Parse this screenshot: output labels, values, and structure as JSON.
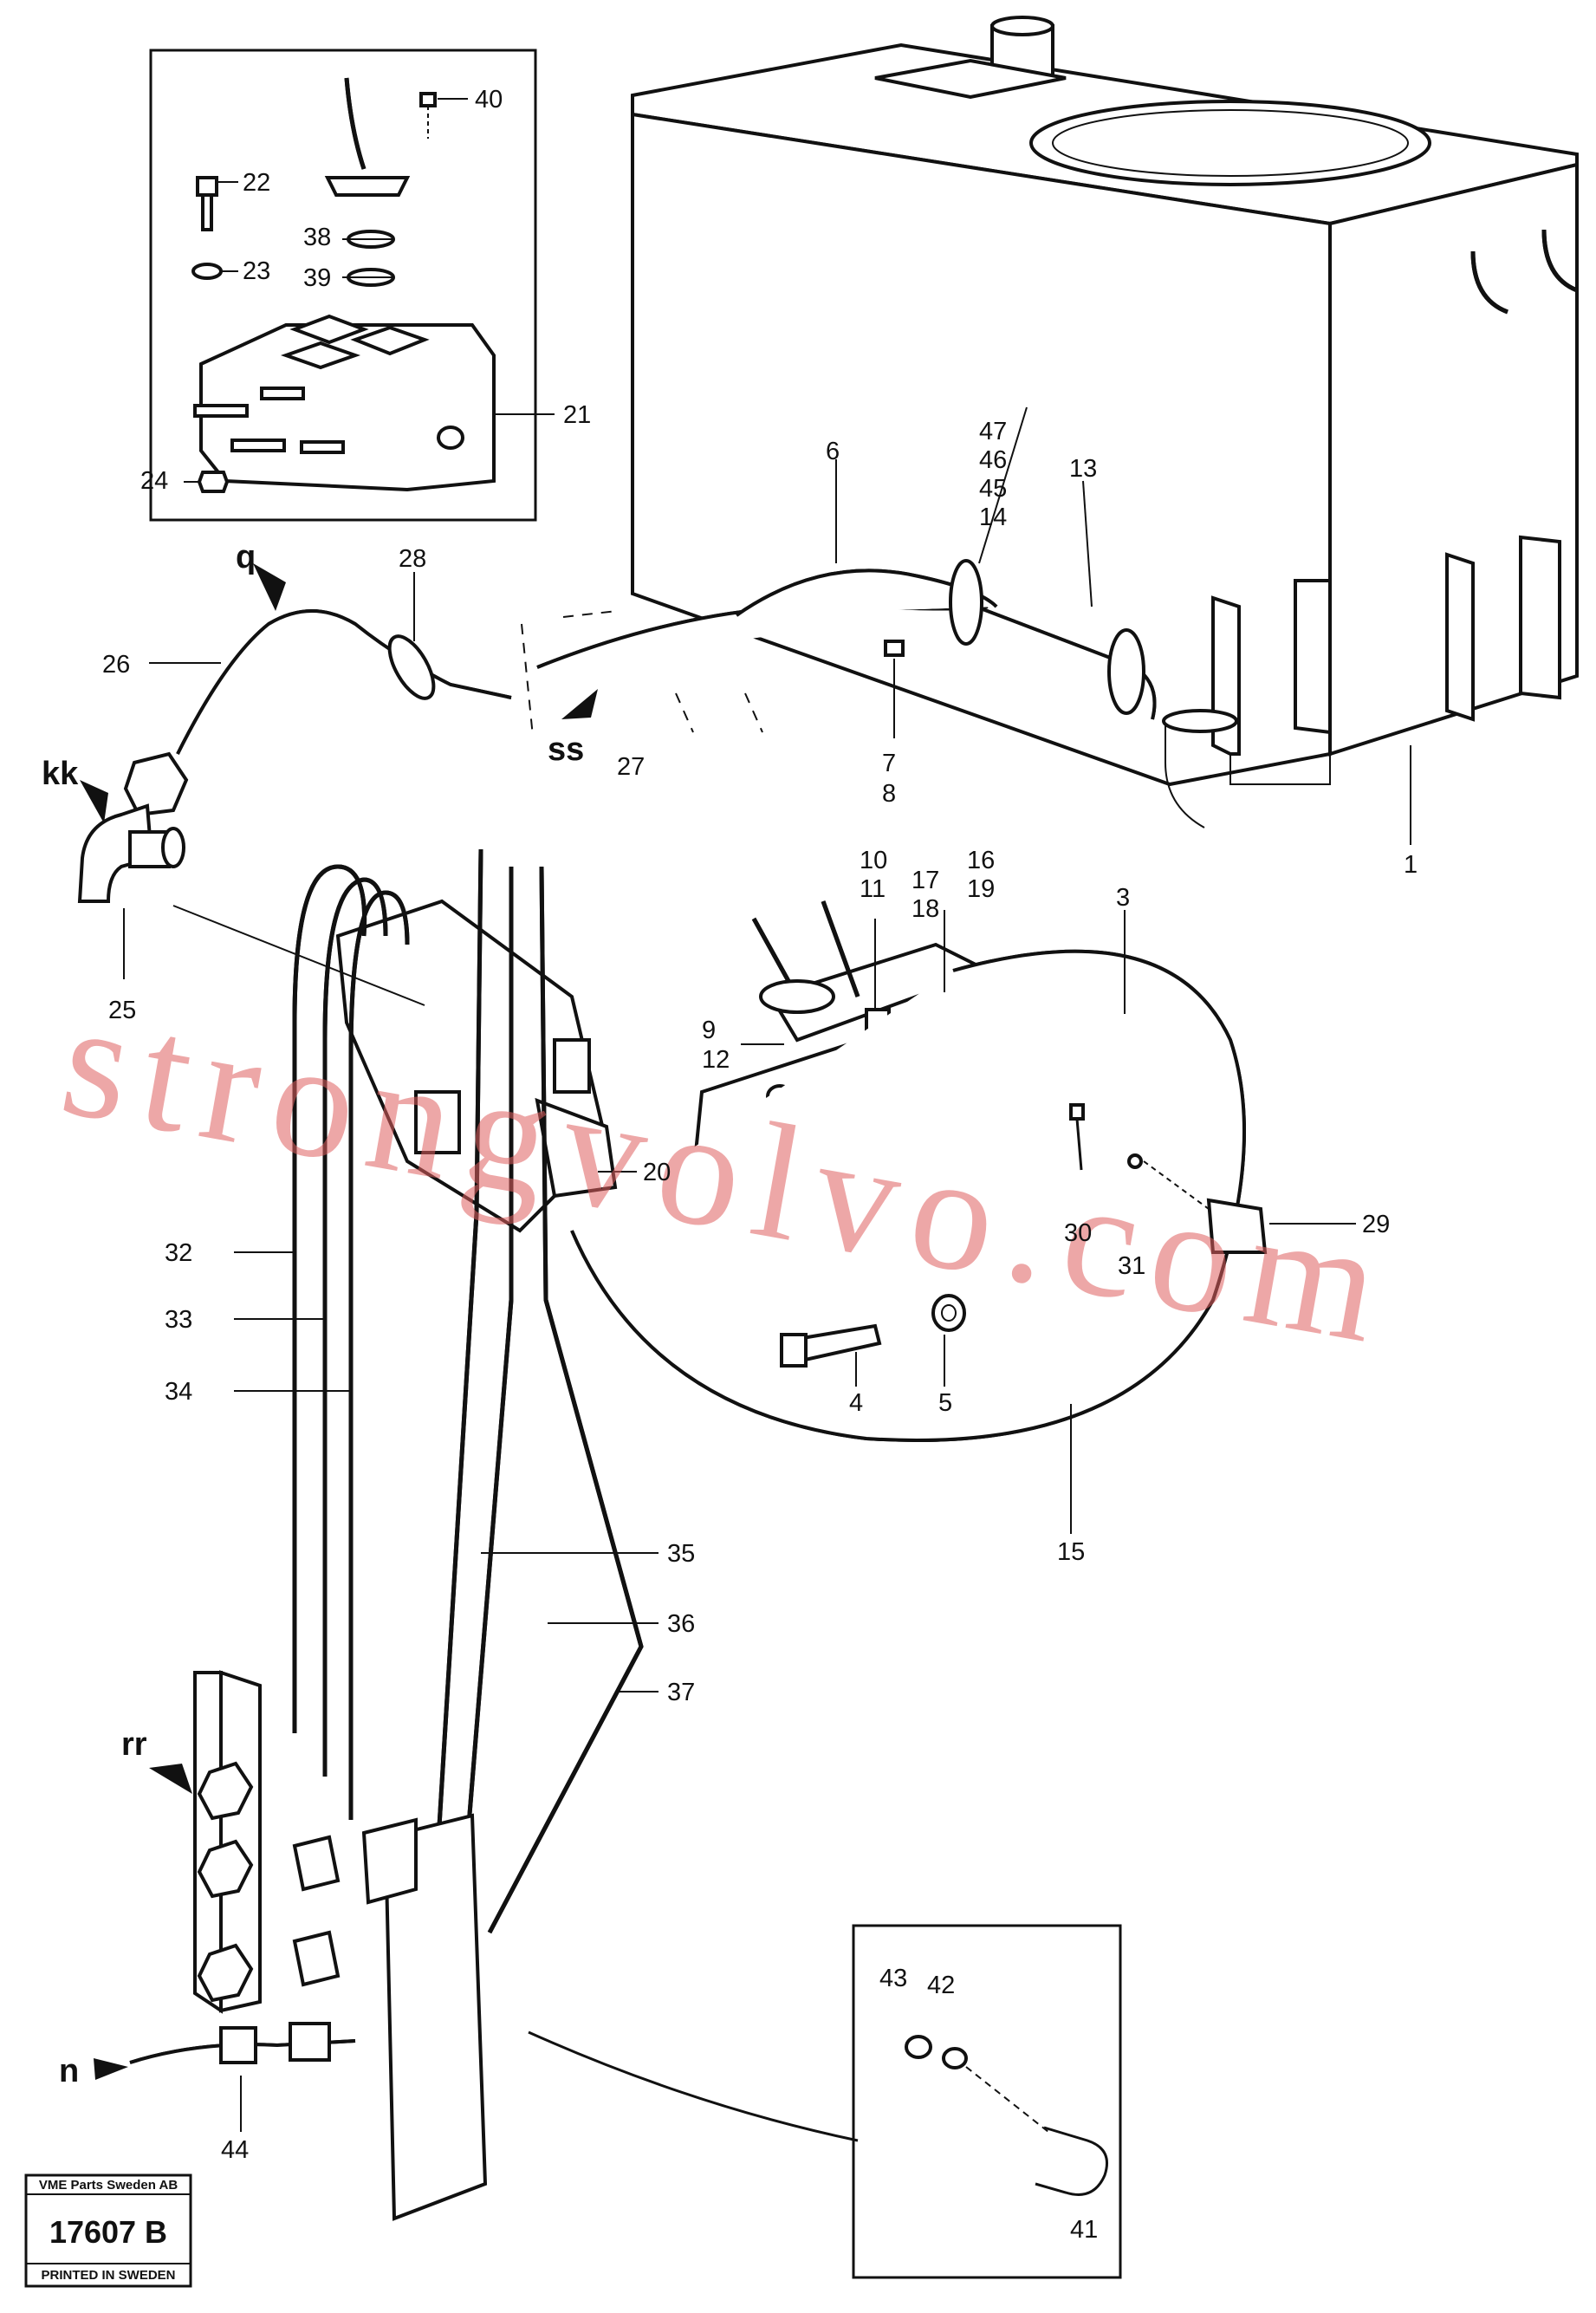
{
  "labels": {
    "l1": "1",
    "l3": "3",
    "l4": "4",
    "l5": "5",
    "l6": "6",
    "l7": "7",
    "l8": "8",
    "l9": "9",
    "l10": "10",
    "l11": "11",
    "l12": "12",
    "l13": "13",
    "l14": "14",
    "l15": "15",
    "l16": "16",
    "l17": "17",
    "l18": "18",
    "l19": "19",
    "l20": "20",
    "l21": "21",
    "l22": "22",
    "l23": "23",
    "l24": "24",
    "l25": "25",
    "l26": "26",
    "l27": "27",
    "l28": "28",
    "l29": "29",
    "l30": "30",
    "l31": "31",
    "l32": "32",
    "l33": "33",
    "l34": "34",
    "l35": "35",
    "l36": "36",
    "l37": "37",
    "l38": "38",
    "l39": "39",
    "l40": "40",
    "l41": "41",
    "l42": "42",
    "l43": "43",
    "l44": "44",
    "l45": "45",
    "l46": "46",
    "l47": "47"
  },
  "letters": {
    "q": "q",
    "kk": "kk",
    "ss": "ss",
    "rr": "rr",
    "n": "n"
  },
  "watermark": "strongvolvo.com",
  "stamp": {
    "company": "VME Parts Sweden AB",
    "number": "17607 B",
    "printed": "PRINTED IN SWEDEN"
  }
}
